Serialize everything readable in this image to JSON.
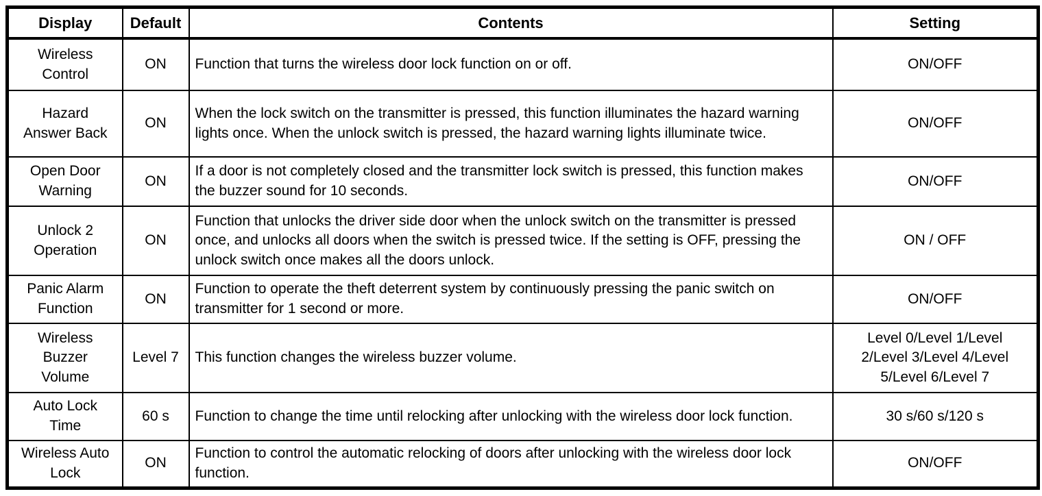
{
  "table": {
    "headers": {
      "display": "Display",
      "default": "Default",
      "contents": "Contents",
      "setting": "Setting"
    },
    "rows": [
      {
        "display": "Wireless\nControl",
        "default": "ON",
        "contents": "Function that turns the wireless door lock function on or off.",
        "setting": "ON/OFF"
      },
      {
        "display": "Hazard\nAnswer Back",
        "default": "ON",
        "contents": "When the lock switch on the transmitter is pressed, this function illuminates the hazard warning lights once. When the unlock switch is pressed, the hazard warning lights illuminate twice.",
        "setting": "ON/OFF"
      },
      {
        "display": "Open Door\nWarning",
        "default": "ON",
        "contents": "If a door is not completely closed and the transmitter lock switch is pressed, this function makes the buzzer sound for 10 seconds.",
        "setting": "ON/OFF"
      },
      {
        "display": "Unlock 2\nOperation",
        "default": "ON",
        "contents": "Function that unlocks the driver side door when the unlock switch on the transmitter is pressed once, and unlocks all doors when the switch is pressed twice. If the setting is OFF, pressing the unlock switch once makes all the doors unlock.",
        "setting": "ON / OFF"
      },
      {
        "display": "Panic Alarm\nFunction",
        "default": "ON",
        "contents": "Function to operate the theft deterrent system by continuously pressing the panic switch on transmitter for 1 second or more.",
        "setting": "ON/OFF"
      },
      {
        "display": "Wireless\nBuzzer\nVolume",
        "default": "Level 7",
        "contents": "This function changes the wireless buzzer volume.",
        "setting": "Level 0/Level 1/Level 2/Level 3/Level 4/Level 5/Level 6/Level 7"
      },
      {
        "display": "Auto Lock\nTime",
        "default": "60 s",
        "contents": "Function to change the time until relocking after unlocking with the wireless door lock function.",
        "setting": "30 s/60 s/120 s"
      },
      {
        "display": "Wireless Auto\nLock",
        "default": "ON",
        "contents": "Function to control the automatic relocking of doors after unlocking with the wireless door lock function.",
        "setting": "ON/OFF"
      }
    ]
  }
}
